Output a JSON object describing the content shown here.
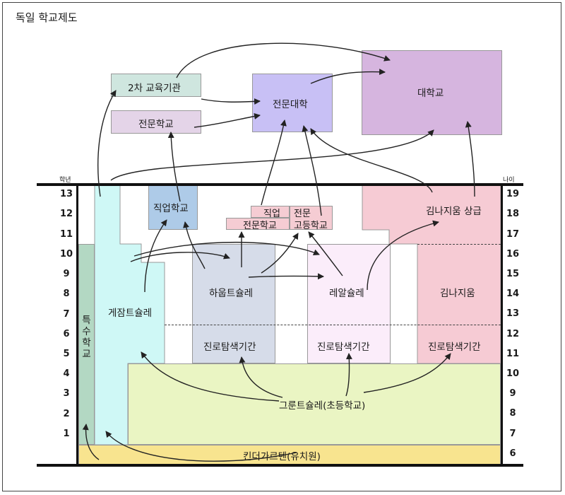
{
  "title": "독일 학교제도",
  "headers": {
    "grade": "학년",
    "age": "나이"
  },
  "grades": [
    "13",
    "12",
    "11",
    "10",
    "9",
    "8",
    "7",
    "6",
    "5",
    "4",
    "3",
    "2",
    "1"
  ],
  "ages": [
    "19",
    "18",
    "17",
    "16",
    "15",
    "14",
    "13",
    "12",
    "11",
    "10",
    "9",
    "8",
    "7",
    "6"
  ],
  "schools": {
    "second_education": "2차 교육기관",
    "fachschule": "전문학교",
    "fachhochschule": "전문대학",
    "university": "대학교",
    "berufsschule": "직업학교",
    "fos_line1": "직업",
    "fos_line2": "전문학교",
    "fachoberschule_line1": "전문",
    "fachoberschule_line2": "고등학교",
    "gymnasium_upper": "김나지움 상급",
    "gymnasium": "김나지움",
    "hauptschule": "하웁트슐레",
    "realschule": "레알슐레",
    "gesamtschule": "게잠트슐레",
    "special_school": "특수학교",
    "orientation": "진로탐색기간",
    "grundschule": "그룬트슐레(초등학교)",
    "kindergarten": "킨더가르텐(유치원)"
  },
  "colors": {
    "university": "#d6b5df",
    "fachhochschule": "#c8c0f5",
    "fachschule": "#e4d4e8",
    "second_education": "#cfe6df",
    "berufsschule": "#aecbe8",
    "fos": "#f5ccd3",
    "gymnasium": "#f6cbd4",
    "hauptschule": "#d6dce9",
    "realschule": "#fbedfa",
    "gesamtschule": "#cff8f6",
    "special_school": "#b3d8c3",
    "grundschule": "#eaf5c3",
    "kindergarten": "#f8e48f"
  }
}
